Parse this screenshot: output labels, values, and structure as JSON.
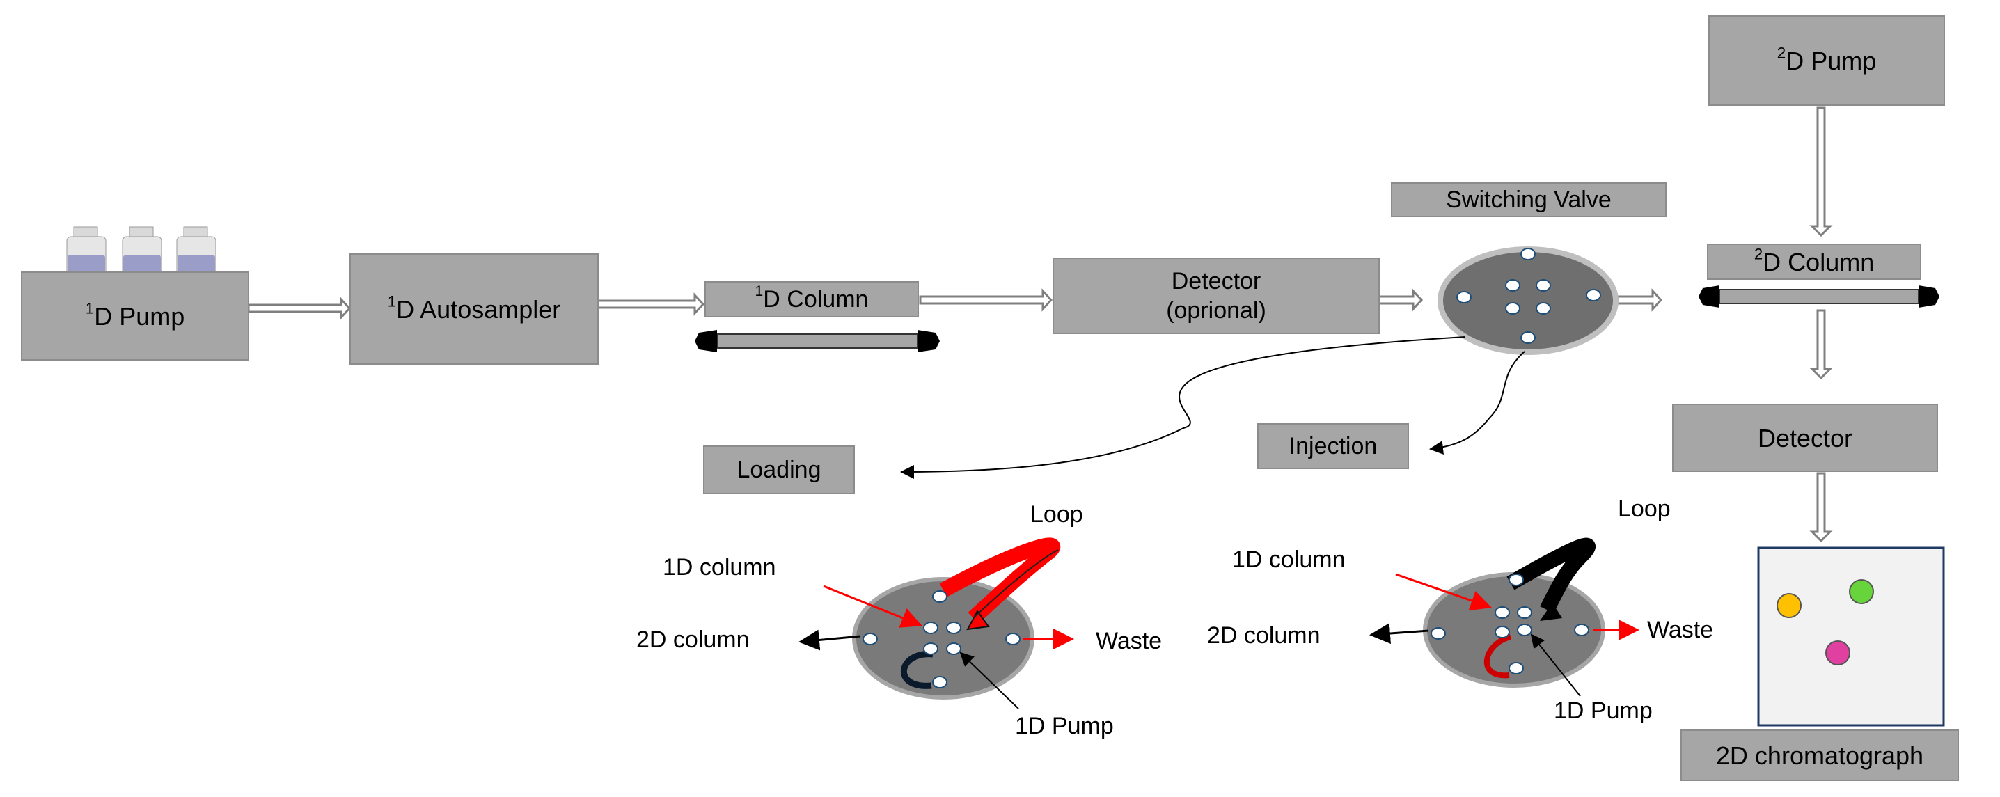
{
  "main_flow": {
    "pump_1d": {
      "sup": "1",
      "text": "D Pump"
    },
    "autosampler_1d": {
      "sup": "1",
      "text": "D  Autosampler"
    },
    "column_1d": {
      "sup": "1",
      "text": "D  Column"
    },
    "detector_optional": {
      "line1": "Detector",
      "line2": "(oprional)"
    },
    "switching_valve": "Switching Valve",
    "pump_2d": {
      "sup": "2",
      "text": "D Pump"
    },
    "column_2d": {
      "sup": "2",
      "text": "D  Column"
    },
    "detector_2d": "Detector",
    "chromatograph_2d": "2D chromatograph"
  },
  "modes": {
    "loading": "Loading",
    "injection": "Injection"
  },
  "loading_valve": {
    "loop": "Loop",
    "column_1d": "1D column",
    "column_2d": "2D column",
    "waste": "Waste",
    "pump_1d": "1D Pump"
  },
  "injection_valve": {
    "loop": "Loop",
    "column_1d": "1D column",
    "column_2d": "2D column",
    "waste": "Waste",
    "pump_1d": "1D Pump"
  },
  "colors": {
    "box": "#a6a6a6",
    "valve": "#7f7f7f",
    "loop_loading": "#ff0000",
    "loop_injection": "#000000",
    "arrow_waste": "#ff0000",
    "arrow_black": "#000000",
    "spot_orange": "#ffc000",
    "spot_green": "#66d43a",
    "spot_magenta": "#e040a0"
  }
}
